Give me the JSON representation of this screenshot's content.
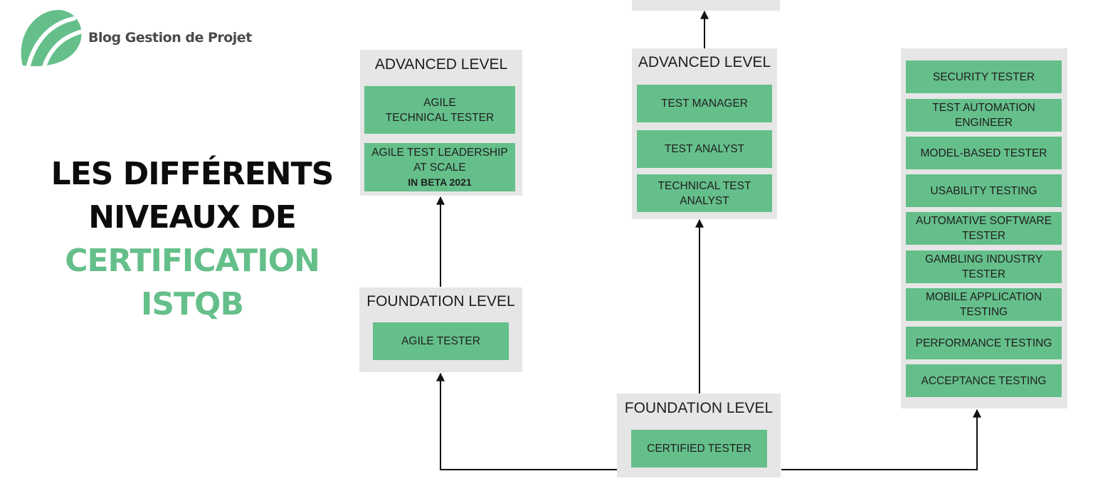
{
  "brand": {
    "name": "Blog Gestion de Projet",
    "color": "#65bf8a"
  },
  "headline": {
    "line1": "LES DIFFÉRENTS",
    "line2": "NIVEAUX DE",
    "line3": "CERTIFICATION",
    "line4": "ISTQB",
    "dark_color": "#0c0c0c",
    "accent_color": "#65bf8a"
  },
  "agile": {
    "advanced_title": "ADVANCED LEVEL",
    "advanced_items": [
      {
        "line1": "AGILE",
        "line2": "TECHNICAL TESTER"
      },
      {
        "line1": "AGILE TEST LEADERSHIP",
        "line2": "AT SCALE",
        "line3": "IN BETA 2021"
      }
    ],
    "foundation_title": "FOUNDATION LEVEL",
    "foundation_item": "AGILE TESTER"
  },
  "core": {
    "advanced_title": "ADVANCED LEVEL",
    "advanced_items": [
      {
        "line1": "TEST MANAGER"
      },
      {
        "line1": "TEST ANALYST"
      },
      {
        "line1": "TECHNICAL TEST",
        "line2": "ANALYST"
      }
    ],
    "foundation_title": "FOUNDATION LEVEL",
    "foundation_item": "CERTIFIED TESTER"
  },
  "specialist": {
    "items": [
      {
        "line1": "SECURITY TESTER"
      },
      {
        "line1": "TEST AUTOMATION",
        "line2": "ENGINEER"
      },
      {
        "line1": "MODEL-BASED TESTER"
      },
      {
        "line1": "USABILITY TESTING"
      },
      {
        "line1": "AUTOMATIVE SOFTWARE",
        "line2": "TESTER"
      },
      {
        "line1": "GAMBLING INDUSTRY",
        "line2": "TESTER"
      },
      {
        "line1": "MOBILE APPLICATION",
        "line2": "TESTING"
      },
      {
        "line1": "PERFORMANCE TESTING"
      },
      {
        "line1": "ACCEPTANCE TESTING"
      }
    ]
  }
}
